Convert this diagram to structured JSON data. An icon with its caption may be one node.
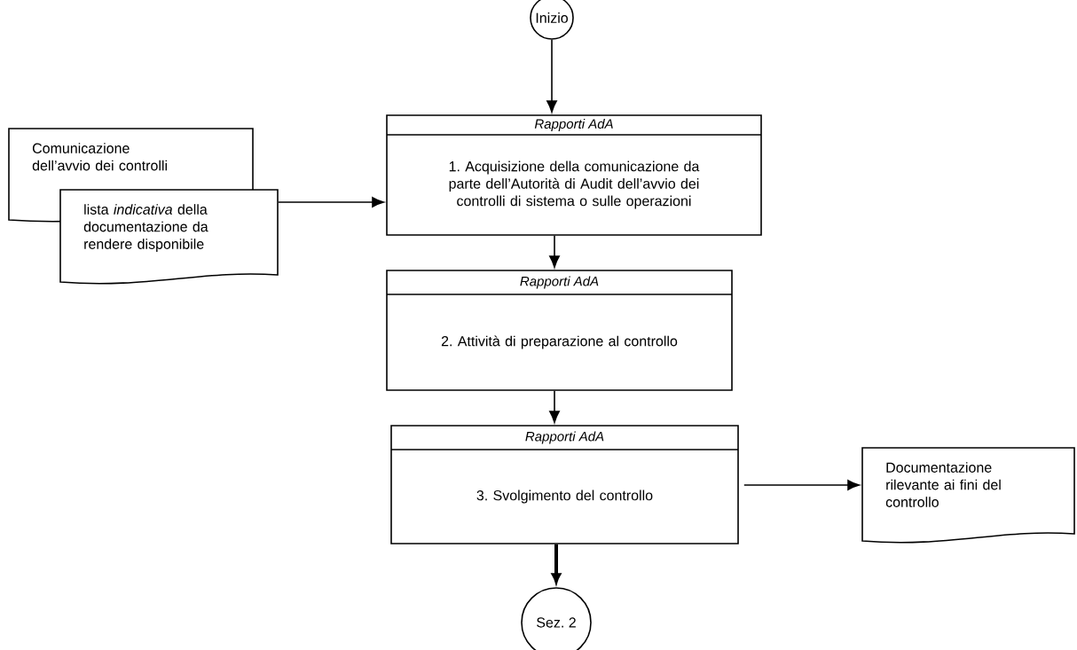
{
  "diagram": {
    "nodes": [
      {
        "text": [
          "Inizio"
        ]
      },
      {
        "text": [
          "Rapporti AdA",
          "1. Acquisizione della comunicazione da parte dell’Autorità di Audit dell’avvio dei controlli di sistema o sulle operazioni"
        ]
      },
      {
        "text": [
          "Comunicazione dell’avvio dei controlli"
        ]
      },
      {
        "text": [
          "lista *indicativa* della documentazione da rendere disponibile"
        ]
      },
      {
        "text": [
          "Rapporti AdA",
          "2. Attività di preparazione al controllo"
        ]
      },
      {
        "text": [
          "Rapporti AdA",
          "3. Svolgimento del controllo"
        ]
      },
      {
        "text": [
          "Documentazione rilevante ai fini del controllo"
        ]
      },
      {
        "text": [
          "Sez. 2"
        ]
      }
    ],
    "edges": [
      {
        "from": 0,
        "to": 1,
        "arrow": "to"
      },
      {
        "from": 3,
        "to": 1,
        "arrow": "to"
      },
      {
        "from": 1,
        "to": 4,
        "arrow": "to"
      },
      {
        "from": 4,
        "to": 5,
        "arrow": "to"
      },
      {
        "from": 5,
        "to": 6,
        "arrow": "to"
      },
      {
        "from": 5,
        "to": 7,
        "arrow": "to",
        "style": "thick"
      }
    ]
  }
}
